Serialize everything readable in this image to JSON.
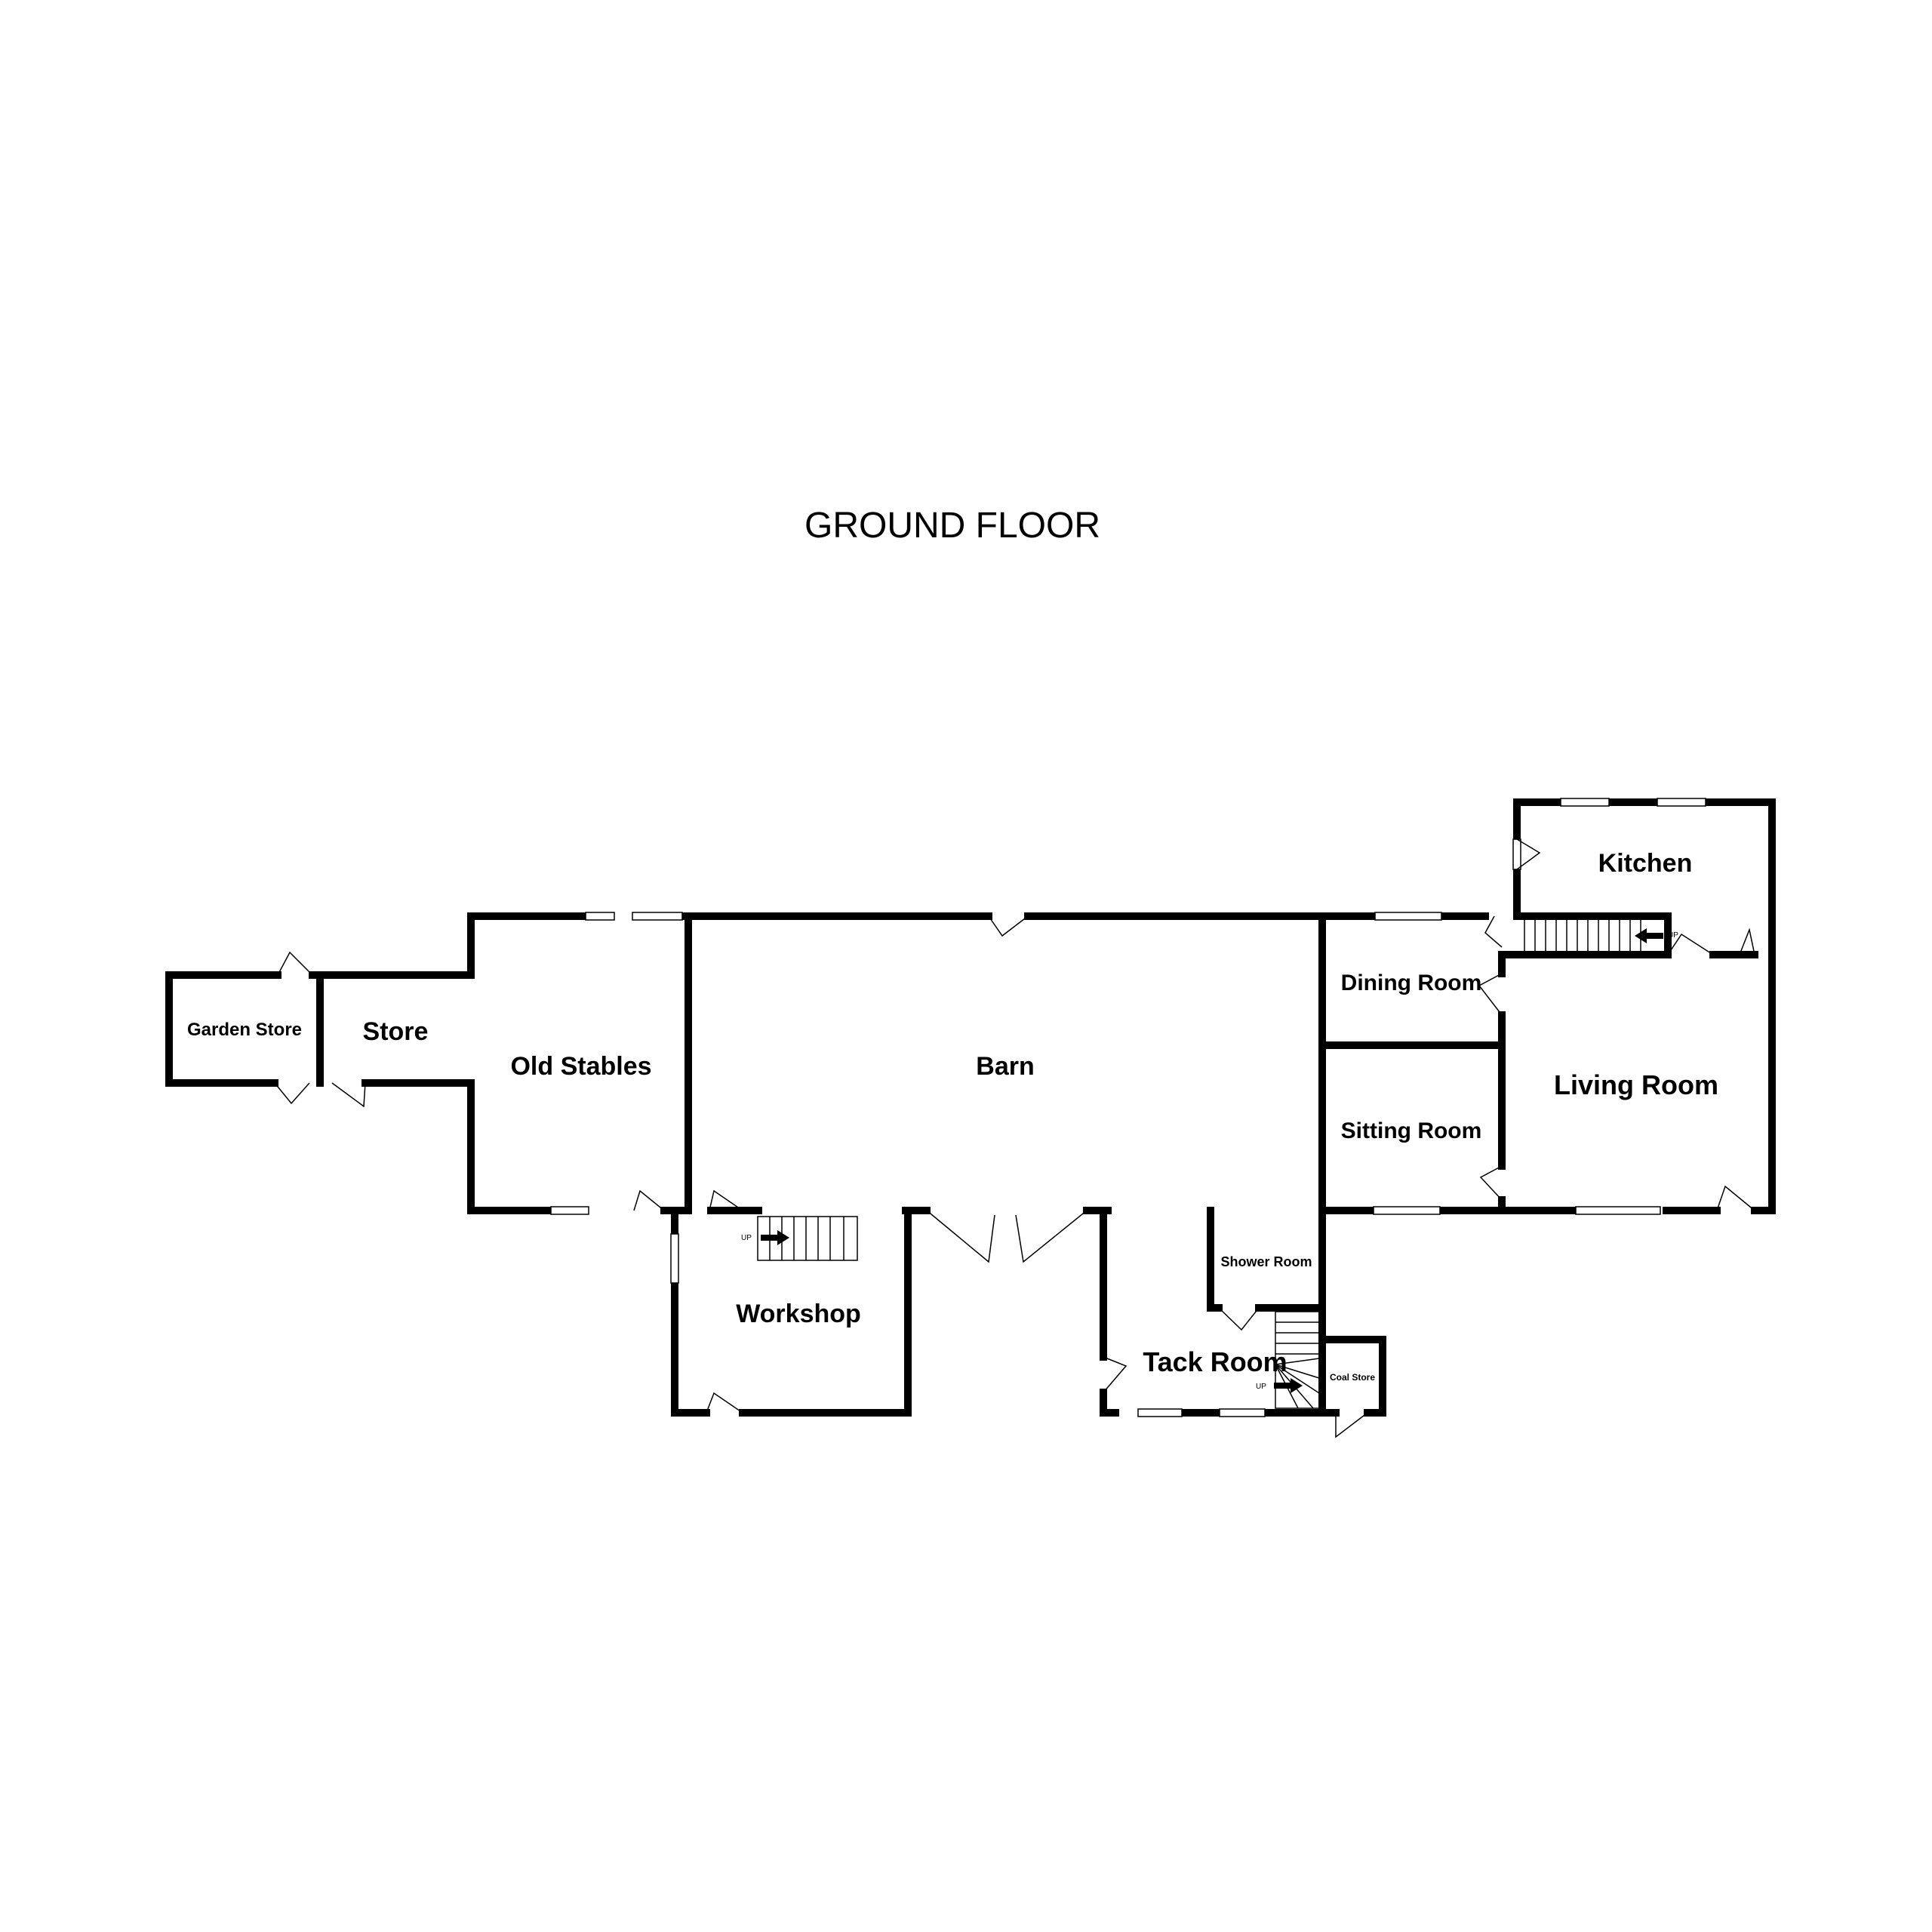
{
  "plan": {
    "title": "GROUND FLOOR",
    "stair_label": "UP",
    "rooms": {
      "garden_store": "Garden Store",
      "store": "Store",
      "old_stables": "Old Stables",
      "barn": "Barn",
      "dining_room": "Dining Room",
      "kitchen": "Kitchen",
      "sitting_room": "Sitting Room",
      "living_room": "Living Room",
      "workshop": "Workshop",
      "shower_room": "Shower Room",
      "tack_room": "Tack Room",
      "coal_store": "Coal Store"
    }
  }
}
